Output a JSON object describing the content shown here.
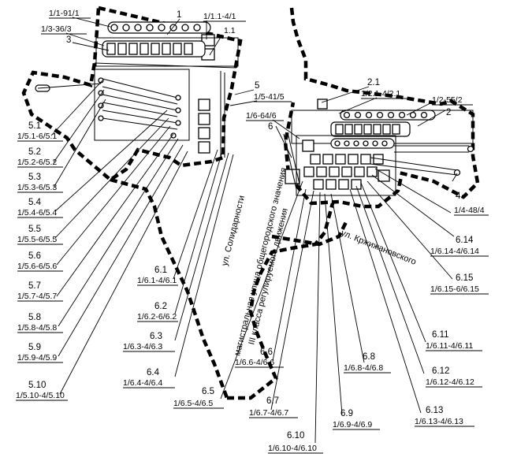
{
  "roads": {
    "road_a_line1": "ул. Солидарности",
    "road_a_line2": "магистральная улица общегородского значения",
    "road_a_line3": "III класса регулируемого движения",
    "road_b": "ул. Кржижановского"
  },
  "callouts": {
    "c_1": "1",
    "c_1_1": "1.1",
    "c_1_1_91_1": "1/1-91/1",
    "c_1_1_1_4_1": "1/1.1-4/1",
    "c_1_3_36_3": "1/3-36/3",
    "c_3": "3",
    "c_5": "5",
    "c_1_5_41_5": "1/5-41/5",
    "c_5_1": "5.1",
    "c_5_1b": "1/5.1-6/5.1",
    "c_5_2": "5.2",
    "c_5_2b": "1/5.2-6/5.2",
    "c_5_3": "5.3",
    "c_5_3b": "1/5.3-6/5.3",
    "c_5_4": "5.4",
    "c_5_4b": "1/5.4-6/5.4",
    "c_5_5": "5.5",
    "c_5_5b": "1/5.5-6/5.5",
    "c_5_6": "5.6",
    "c_5_6b": "1/5.6-6/5.6",
    "c_5_7": "5.7",
    "c_5_7b": "1/5.7-4/5.7",
    "c_5_8": "5.8",
    "c_5_8b": "1/5.8-4/5.8",
    "c_5_9": "5.9",
    "c_5_9b": "1/5.9-4/5.9",
    "c_5_10": "5.10",
    "c_5_10b": "1/5.10-4/5.10",
    "c_2_1": "2.1",
    "c_2_1b": "1/2.1-4/2.1",
    "c_1_2_55_2": "1/2-55/2",
    "c_2": "2",
    "c_1_6_64_6": "1/6-64/6",
    "c_6": "6",
    "c_4": "4",
    "c_1_4_48_4": "1/4-48/4",
    "c_6_14": "6.14",
    "c_6_14b": "1/6.14-4/6.14",
    "c_6_15": "6.15",
    "c_6_15b": "1/6.15-6/6.15",
    "c_6_11": "6.11",
    "c_6_11b": "1/6.11-4/6.11",
    "c_6_12": "6.12",
    "c_6_12b": "1/6.12-4/6.12",
    "c_6_13": "6.13",
    "c_6_13b": "1/6.13-4/6.13",
    "c_6_1": "6.1",
    "c_6_1b": "1/6.1-4/6.1",
    "c_6_2": "6.2",
    "c_6_2b": "1/6.2-6/6.2",
    "c_6_3": "6.3",
    "c_6_3b": "1/6.3-4/6.3",
    "c_6_4": "6.4",
    "c_6_4b": "1/6.4-4/6.4",
    "c_6_5": "6.5",
    "c_6_5b": "1/6.5-4/6.5",
    "c_6_6": "6.6",
    "c_6_6b": "1/6.6-4/6.6",
    "c_6_7": "6.7",
    "c_6_7b": "1/6.7-4/6.7",
    "c_6_8": "6.8",
    "c_6_8b": "1/6.8-4/6.8",
    "c_6_9": "6.9",
    "c_6_9b": "1/6.9-4/6.9",
    "c_6_10": "6.10",
    "c_6_10b": "1/6.10-4/6.10"
  }
}
